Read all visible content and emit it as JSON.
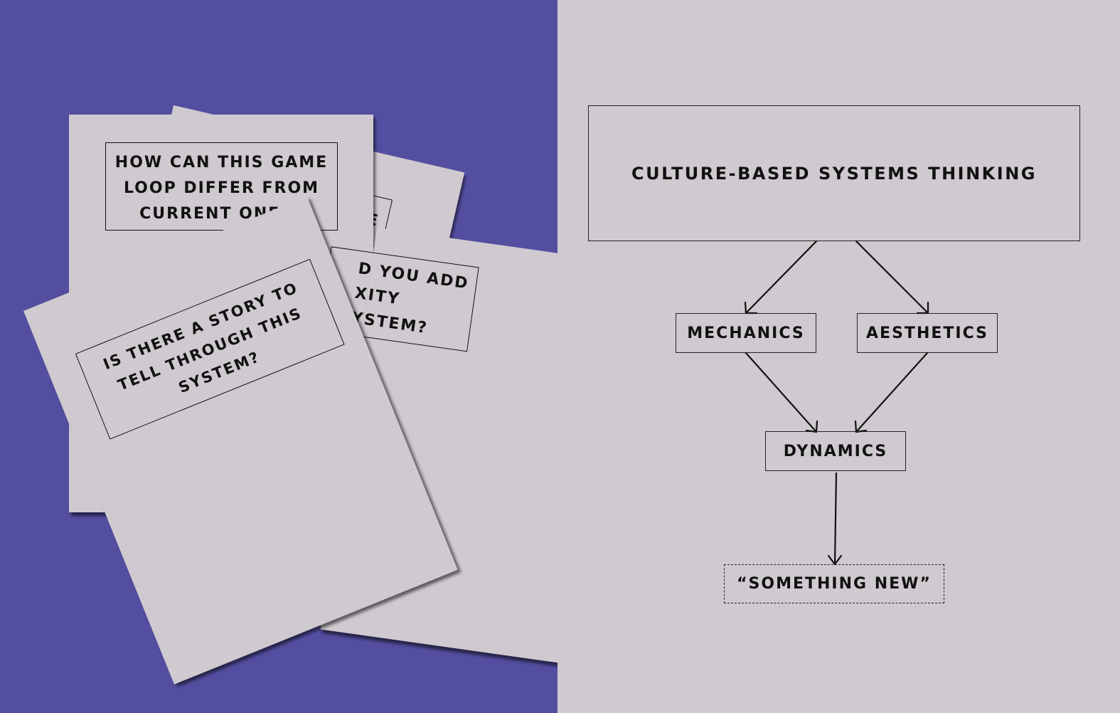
{
  "colors": {
    "left_background": "#544ea0",
    "right_background": "#cfcacf",
    "card": "#cfcacf",
    "ink": "#111111"
  },
  "cards": [
    {
      "question": "ARE"
    },
    {
      "question": "HOW CAN THIS GAME\nLOOP DIFFER FROM\nCURRENT ONES?"
    },
    {
      "question": "D YOU ADD\nXITY\nYSTEM?"
    },
    {
      "question": "IS THERE A STORY TO\nTELL THROUGH THIS\nSYSTEM?"
    }
  ],
  "diagram": {
    "nodes": {
      "root": "CULTURE-BASED SYSTEMS THINKING",
      "mechanics": "MECHANICS",
      "aesthetics": "AESTHETICS",
      "dynamics": "DYNAMICS",
      "outcome": "“SOMETHING NEW”"
    },
    "edges": [
      {
        "from": "root",
        "to": "mechanics"
      },
      {
        "from": "root",
        "to": "aesthetics"
      },
      {
        "from": "mechanics",
        "to": "dynamics"
      },
      {
        "from": "aesthetics",
        "to": "dynamics"
      },
      {
        "from": "dynamics",
        "to": "outcome"
      }
    ],
    "outcome_border": "dashed"
  }
}
